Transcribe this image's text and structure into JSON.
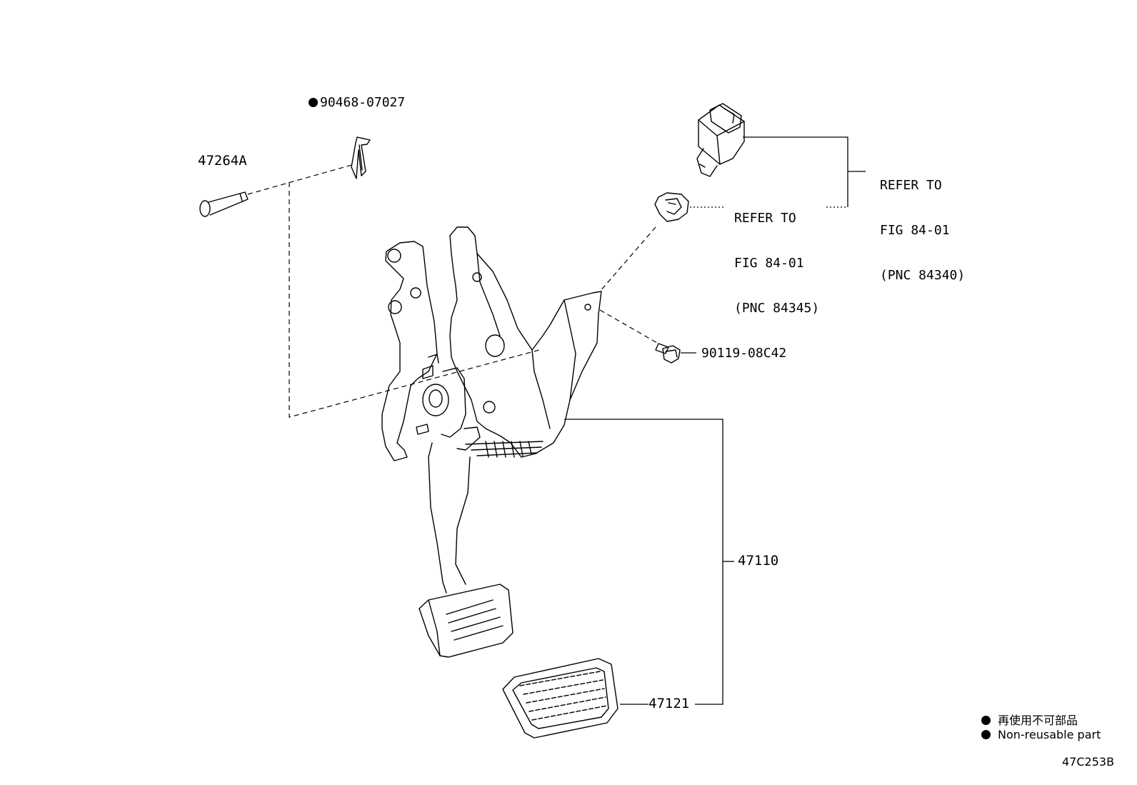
{
  "parts": {
    "pin": "47264A",
    "clip": "90468-07027",
    "bolt": "90119-08C42",
    "pedal_assy": "47110",
    "pedal_pad": "47121"
  },
  "refs": {
    "switch": [
      "REFER TO",
      "FIG 84-01",
      "(PNC 84340)"
    ],
    "cushion": [
      "REFER TO",
      "FIG 84-01",
      "(PNC 84345)"
    ]
  },
  "legend": {
    "jp": "再使用不可部品",
    "en": "Non-reusable part"
  },
  "figure_code": "47C253B"
}
